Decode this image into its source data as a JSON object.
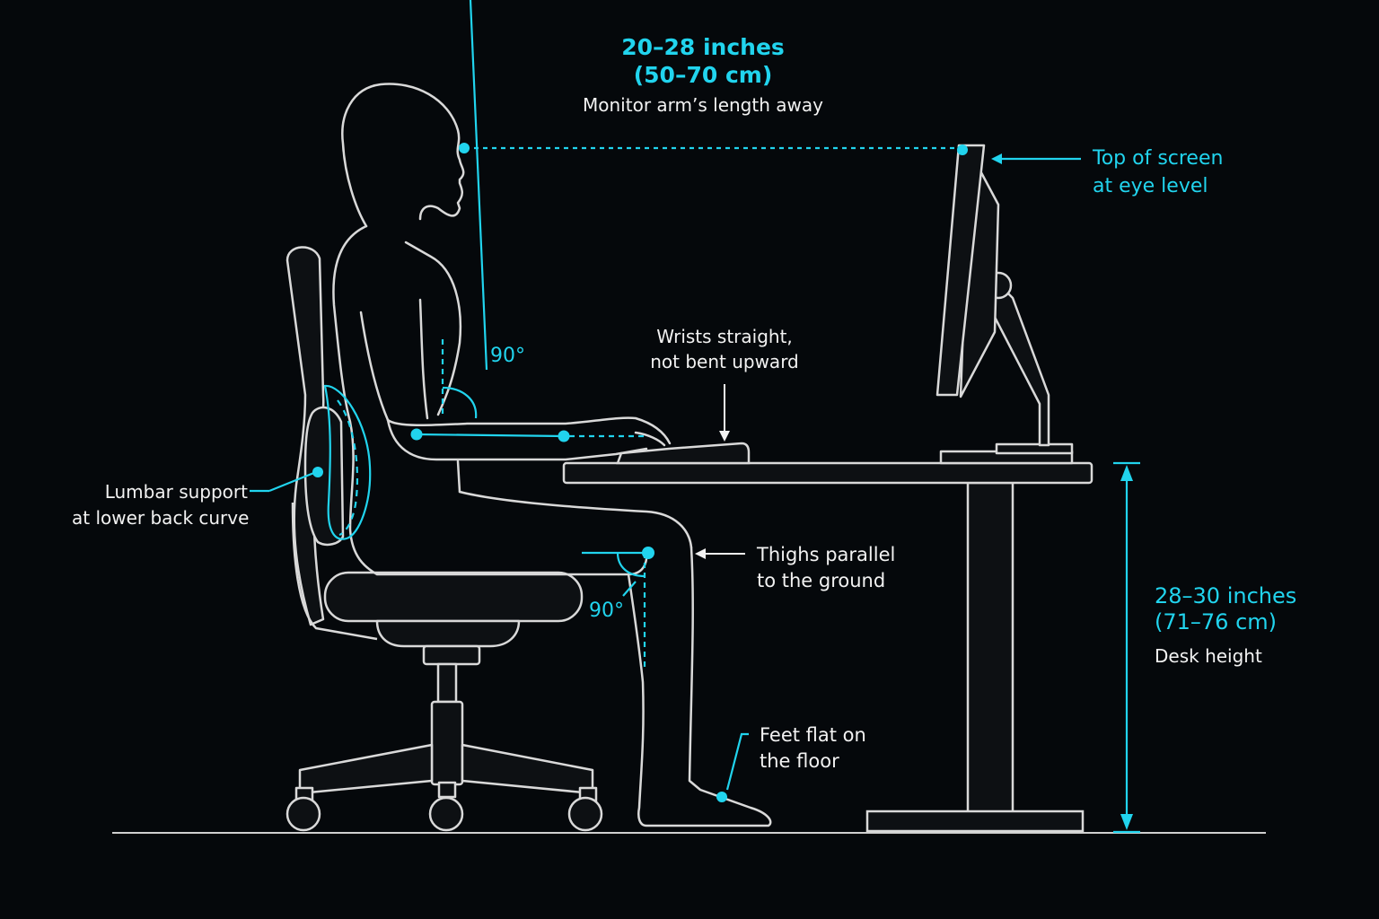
{
  "colors": {
    "background": "#05080b",
    "outline": "#d9d9d9",
    "accent": "#21d4ee",
    "text": "#f2f2f2"
  },
  "annotations": {
    "viewing_distance": {
      "line1": "20–28 inches",
      "line2": "(50–70 cm)",
      "caption": "Monitor arm’s length away"
    },
    "screen_top": {
      "line1": "Top of screen",
      "line2": "at eye level"
    },
    "elbow_angle": {
      "value": "90°"
    },
    "wrists": {
      "line1": "Wrists straight,",
      "line2": "not bent upward"
    },
    "lumbar": {
      "line1": "Lumbar support",
      "line2": "at lower back curve"
    },
    "thighs": {
      "line1": "Thighs parallel",
      "line2": "to the ground"
    },
    "knee_angle": {
      "value": "90°"
    },
    "desk_height": {
      "line1": "28–30 inches",
      "line2": "(71–76 cm)",
      "caption": "Desk height"
    },
    "feet": {
      "line1": "Feet flat on",
      "line2": "the floor"
    }
  }
}
